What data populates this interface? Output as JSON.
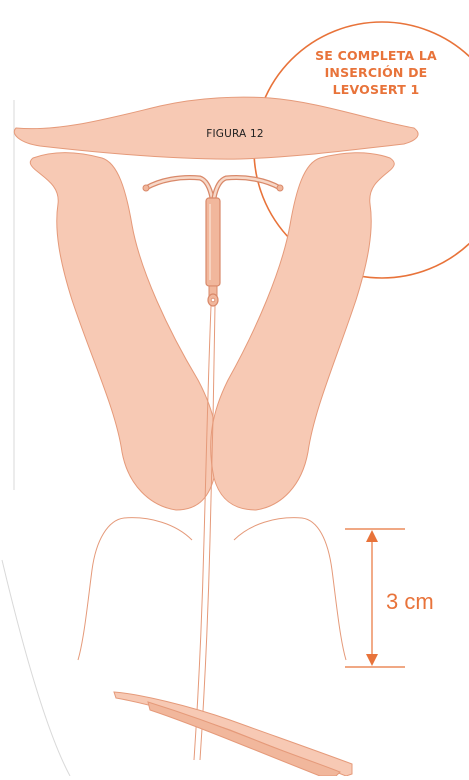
{
  "callout": {
    "lines": [
      "SE COMPLETA LA",
      "INSERCIÓN DE",
      "LEVOSERT 1"
    ]
  },
  "figure": {
    "label": "FIGURA 12"
  },
  "measurement": {
    "label": "3 cm"
  },
  "colors": {
    "accent": "#e8733a",
    "tissue_fill": "#f7c9b4",
    "tissue_stroke": "#e59a7a",
    "device": "#f1b79c"
  }
}
